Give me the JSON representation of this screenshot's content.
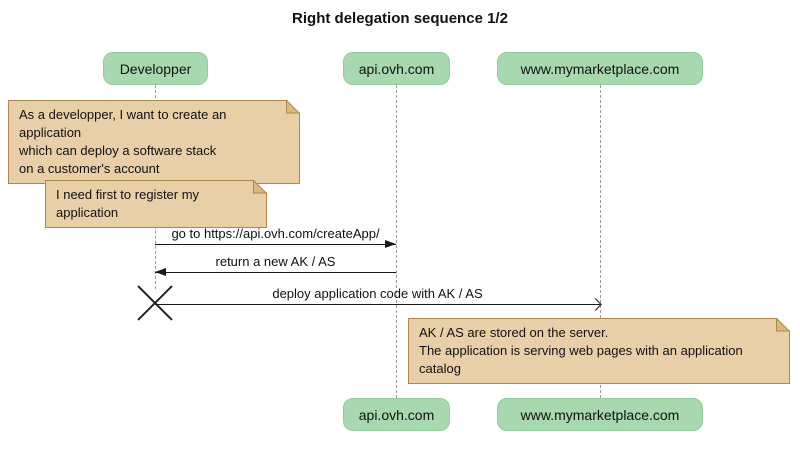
{
  "title": "Right delegation sequence 1/2",
  "colors": {
    "participant_fill": "#a8d8af",
    "note_fill": "#e9cfa8",
    "note_border": "#b0874b",
    "lifeline": "#9a9a9a",
    "arrow": "#1a1a1a"
  },
  "participants": [
    {
      "id": "developer",
      "label": "Developper"
    },
    {
      "id": "api",
      "label": "api.ovh.com"
    },
    {
      "id": "marketplace",
      "label": "www.mymarketplace.com"
    }
  ],
  "notes": [
    {
      "attached_to": "Developper",
      "lines": [
        "As a developper, I want to create an application",
        "which can deploy a software stack",
        "on a customer's account"
      ]
    },
    {
      "attached_to": "Developper",
      "lines": [
        "I need first to register my application"
      ]
    },
    {
      "attached_to": "www.mymarketplace.com",
      "lines": [
        "AK / AS are stored on the server.",
        "The application is serving web pages with an application catalog"
      ]
    }
  ],
  "messages": [
    {
      "label": "go to https://api.ovh.com/createApp/",
      "from": "Developper",
      "to": "api.ovh.com",
      "arrow": "filled-right"
    },
    {
      "label": "return a new AK / AS",
      "from": "api.ovh.com",
      "to": "Developper",
      "arrow": "filled-left"
    },
    {
      "label": "deploy application code with AK / AS",
      "from": "Developper",
      "to": "www.mymarketplace.com",
      "arrow": "open-right"
    }
  ],
  "destroy_marker": {
    "on": "Developper"
  }
}
